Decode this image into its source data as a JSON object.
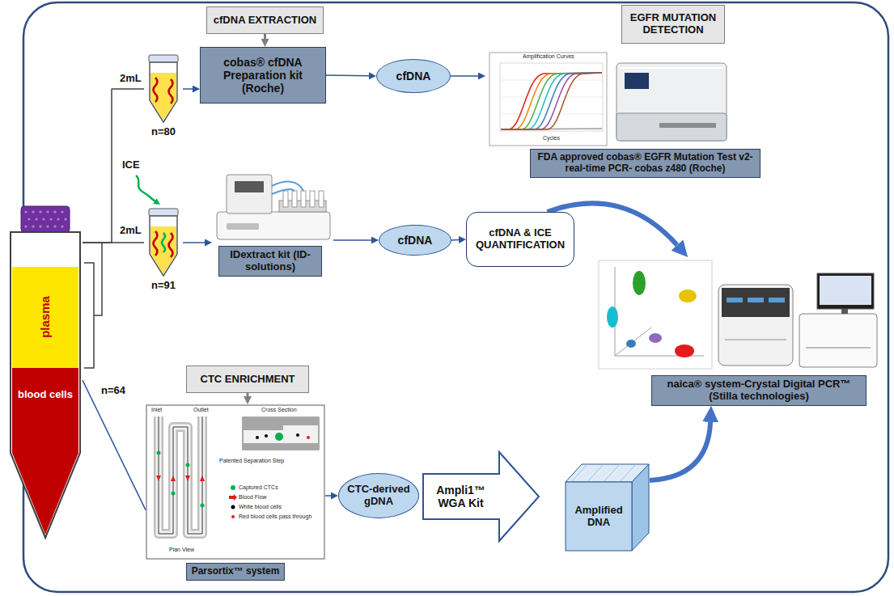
{
  "diagram": {
    "nodes": [
      {
        "text": [
          "plasma",
          "blood cells"
        ]
      },
      {
        "text": [
          "2mL",
          "n=80"
        ]
      },
      {
        "text": [
          "2mL",
          "n=91"
        ]
      },
      {
        "text": [
          "cfDNA EXTRACTION"
        ]
      },
      {
        "text": [
          "cobas® cfDNA Preparation kit (Roche)"
        ]
      },
      {
        "text": [
          "cfDNA"
        ]
      },
      {
        "text": [
          "EGFR MUTATION DETECTION"
        ]
      },
      {
        "text": [
          "FDA approved cobas® EGFR Mutation Test v2- real-time PCR- cobas z480 (Roche)"
        ]
      },
      {
        "text": [
          "IDextract kit (ID-solutions)"
        ]
      },
      {
        "text": [
          "cfDNA"
        ]
      },
      {
        "text": [
          "cfDNA & ICE QUANTIFICATION"
        ]
      },
      {
        "text": [
          "naica® system-Crystal Digital PCR™ (Stilla technologies)"
        ]
      },
      {
        "text": [
          "CTC ENRICHMENT"
        ]
      },
      {
        "text": [
          "Parsortix™ system"
        ]
      },
      {
        "text": [
          "CTC-derived gDNA"
        ]
      },
      {
        "text": [
          "Ampli1™ WGA Kit"
        ]
      },
      {
        "text": [
          "Amplified DNA"
        ]
      }
    ],
    "edges": [
      {
        "from": 0,
        "to": 1,
        "arrow": "none"
      },
      {
        "from": 0,
        "to": 2,
        "arrow": "none"
      },
      {
        "from": 1,
        "to": 4,
        "arrow": "to"
      },
      {
        "from": 3,
        "to": 4,
        "arrow": "to"
      },
      {
        "from": 4,
        "to": 5,
        "arrow": "to"
      },
      {
        "from": 5,
        "to": 7,
        "arrow": "to"
      },
      {
        "from": 6,
        "to": 7,
        "arrow": "to"
      },
      {
        "from": 2,
        "to": 8,
        "arrow": "to"
      },
      {
        "from": 8,
        "to": 9,
        "arrow": "to"
      },
      {
        "from": 9,
        "to": 10,
        "arrow": "to"
      },
      {
        "from": 10,
        "to": 11,
        "arrow": "to"
      },
      {
        "from": 0,
        "to": 13,
        "label": "n=64",
        "arrow": "none"
      },
      {
        "from": 12,
        "to": 13,
        "arrow": "to"
      },
      {
        "from": 13,
        "to": 14,
        "arrow": "to"
      },
      {
        "from": 16,
        "to": 11,
        "arrow": "to"
      }
    ],
    "labels": [
      "ICE",
      "Amplification Curves",
      "Cycles",
      "Inlet",
      "Outlet",
      "Cross Section",
      "Patented Separation Step",
      "Captured CTCs",
      "Blood Flow",
      "White blood cells",
      "Red blood cells pass through",
      "Plan View"
    ]
  }
}
